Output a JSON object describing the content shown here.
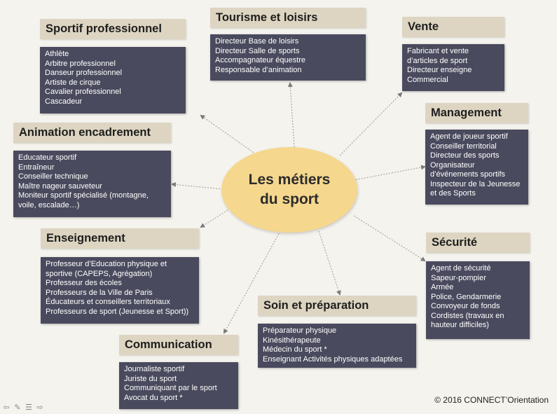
{
  "center": {
    "title": "Les métiers\ndu sport"
  },
  "categories": [
    {
      "id": "sportif",
      "title": "Sportif professionnel",
      "items": [
        "Athlète",
        "Arbitre professionnel",
        "Danseur professionnel",
        "Artiste de cirque",
        "Cavalier professionnel",
        "Cascadeur"
      ]
    },
    {
      "id": "tourisme",
      "title": "Tourisme et loisirs",
      "items": [
        "Directeur Base de loisirs",
        "Directeur Salle de sports",
        "Accompagnateur équestre",
        "Responsable d’animation"
      ]
    },
    {
      "id": "vente",
      "title": "Vente",
      "items": [
        "Fabricant et vente\nd’articles de sport",
        "Directeur enseigne",
        "Commercial"
      ]
    },
    {
      "id": "management",
      "title": "Management",
      "items": [
        "Agent de joueur sportif",
        "Conseiller territorial",
        "Directeur des sports",
        "Organisateur\nd’événements sportifs",
        "Inspecteur de la Jeunesse\net des Sports"
      ]
    },
    {
      "id": "animation",
      "title": "Animation encadrement",
      "items": [
        "Educateur sportif",
        "Entraîneur",
        "Conseiller technique",
        "Maître nageur sauveteur",
        "Moniteur sportif spécialisé (montagne,\nvoile, escalade…)"
      ]
    },
    {
      "id": "enseignement",
      "title": "Enseignement",
      "items": [
        "Professeur d’Education physique et\nsportive (CAPEPS, Agrégation)",
        "Professeur des écoles",
        "Professeurs de la Ville de Paris",
        "Éducateurs et conseillers territoriaux",
        "Professeurs de sport (Jeunesse et Sport))"
      ]
    },
    {
      "id": "securite",
      "title": "Sécurité",
      "items": [
        "Agent de sécurité",
        "Sapeur-pompier",
        "Armée",
        "Police, Gendarmerie",
        "Convoyeur de fonds",
        "Cordistes (travaux en\nhauteur difficiles)"
      ]
    },
    {
      "id": "soin",
      "title": "Soin et préparation",
      "items": [
        "Préparateur physique",
        "Kinésithérapeute",
        "Médecin du sport *",
        "Enseignant Activités physiques adaptées"
      ]
    },
    {
      "id": "communication",
      "title": "Communication",
      "items": [
        "Journaliste sportif",
        "Juriste du sport",
        "Communiquant par le sport",
        "Avocat du sport *"
      ]
    }
  ],
  "footer": "© 2016 CONNECT’Orientation",
  "toolbar": [
    {
      "name": "previous-arrow-icon",
      "glyph": "⇦"
    },
    {
      "name": "pen-icon",
      "glyph": "✎"
    },
    {
      "name": "menu-icon",
      "glyph": "☰"
    },
    {
      "name": "next-arrow-icon",
      "glyph": "⇨"
    }
  ],
  "colors": {
    "background": "#f5f3ee",
    "center": "#f5d78e",
    "title_bg": "#ddd5c1",
    "box_bg": "#4a4a5e",
    "connector": "#9a9a9a"
  }
}
